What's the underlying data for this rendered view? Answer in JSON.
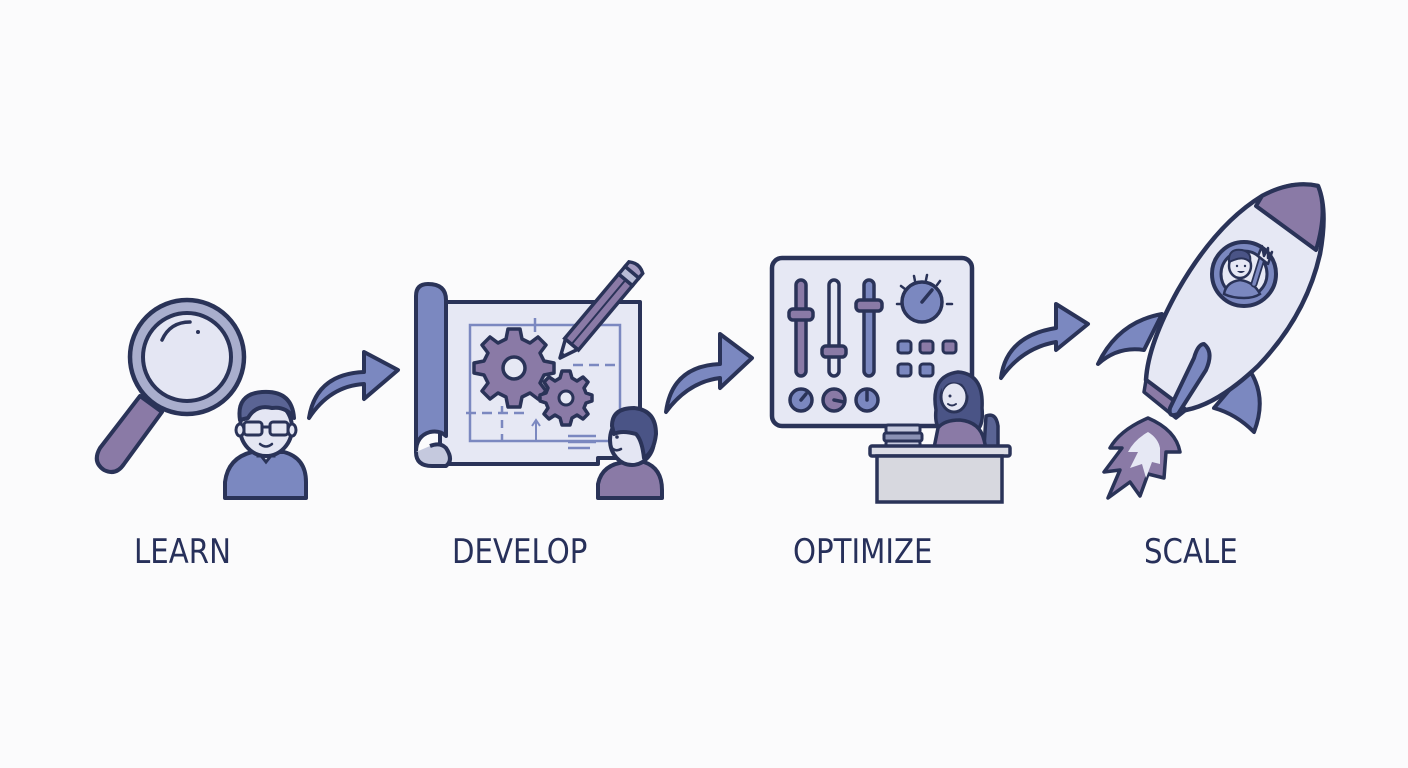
{
  "diagram": {
    "type": "process-flow",
    "direction": "left-to-right",
    "stages": [
      {
        "label": "LEARN",
        "icon": "magnifying-glass-with-person-icon"
      },
      {
        "label": "DEVELOP",
        "icon": "blueprint-gears-pencil-with-person-icon"
      },
      {
        "label": "OPTIMIZE",
        "icon": "control-panel-with-person-at-desk-icon"
      },
      {
        "label": "SCALE",
        "icon": "rocket-with-waving-person-icon"
      }
    ],
    "connectors": [
      {
        "from": "LEARN",
        "to": "DEVELOP",
        "icon": "curved-arrow-icon"
      },
      {
        "from": "DEVELOP",
        "to": "OPTIMIZE",
        "icon": "curved-arrow-icon"
      },
      {
        "from": "OPTIMIZE",
        "to": "SCALE",
        "icon": "curved-arrow-icon"
      }
    ]
  },
  "colors": {
    "background": "#fbfbfc",
    "outline": "#2a3358",
    "blue": "#7b88c0",
    "purple": "#8a7aa6",
    "pale_fill": "#e4e6f3",
    "text": "#27305a"
  }
}
